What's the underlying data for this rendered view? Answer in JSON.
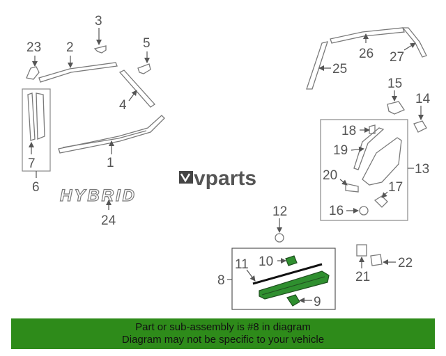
{
  "watermark": "vparts",
  "hybrid_badge": "HYBRID",
  "banner": {
    "line1": "Part or sub-assembly is #8 in diagram",
    "line2": "Diagram may not be specific to your vehicle"
  },
  "callouts": [
    "1",
    "2",
    "3",
    "4",
    "5",
    "6",
    "7",
    "8",
    "9",
    "10",
    "11",
    "12",
    "13",
    "14",
    "15",
    "16",
    "17",
    "18",
    "19",
    "20",
    "21",
    "22",
    "23",
    "24",
    "25",
    "26",
    "27"
  ],
  "colors": {
    "banner": "#2e8b1a",
    "highlight": "#2f8f2f",
    "line": "#7a7a7a"
  }
}
